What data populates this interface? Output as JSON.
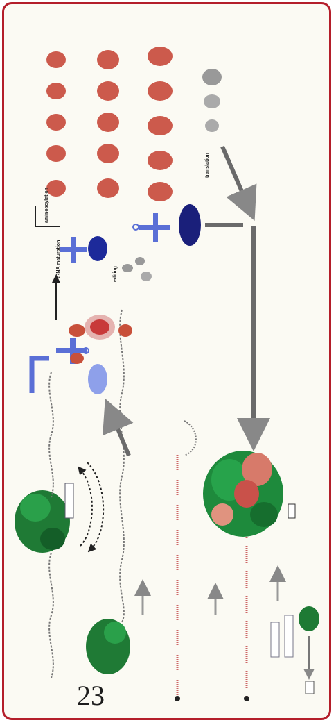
{
  "page_number": "23",
  "colors": {
    "frame": "#b41e2a",
    "ribosome_green": "#1f8a3c",
    "trna_blue": "#5a70d6",
    "enzyme_navy": "#1a1f8a",
    "protein_red": "#c83a3a",
    "arrow_gray": "#888888"
  },
  "labels": {
    "trna_maturation": "tRNA maturation",
    "aminoacylation": "aminoacylation",
    "translation": "translation",
    "editing": "editing"
  }
}
